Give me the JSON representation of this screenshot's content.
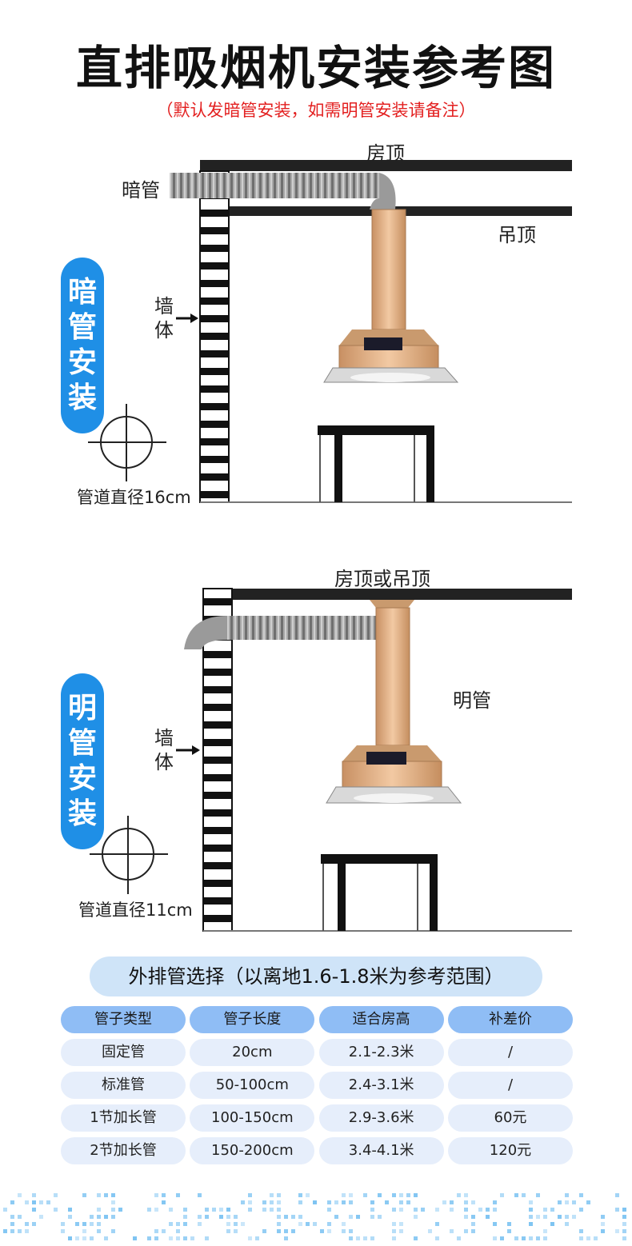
{
  "title": "直排吸烟机安装参考图",
  "subtitle": "（默认发暗管安装，如需明管安装请备注）",
  "concealed": {
    "badge": "暗管安装",
    "roof_label": "房顶",
    "pipe_label": "暗管",
    "ceiling_label": "吊顶",
    "wall_label": "墙体",
    "diameter_label": "管道直径16cm"
  },
  "exposed": {
    "badge": "明管安装",
    "roof_label": "房顶或吊顶",
    "pipe_label": "明管",
    "wall_label": "墙体",
    "diameter_label": "管道直径11cm"
  },
  "selection": {
    "title": "外排管选择（以离地1.6-1.8米为参考范围）",
    "headers": [
      "管子类型",
      "管子长度",
      "适合房高",
      "补差价"
    ],
    "rows": [
      [
        "固定管",
        "20cm",
        "2.1-2.3米",
        "/"
      ],
      [
        "标准管",
        "50-100cm",
        "2.4-3.1米",
        "/"
      ],
      [
        "1节加长管",
        "100-150cm",
        "2.9-3.6米",
        "60元"
      ],
      [
        "2节加长管",
        "150-200cm",
        "3.4-4.1米",
        "120元"
      ]
    ]
  },
  "colors": {
    "accent_blue": "#1f8fe6",
    "header_blue": "#8fbdf5",
    "cell_blue": "#e6eefb",
    "title_pill": "#cfe4f8",
    "note_red": "#e32020",
    "hood_gold": "#d8a878"
  }
}
